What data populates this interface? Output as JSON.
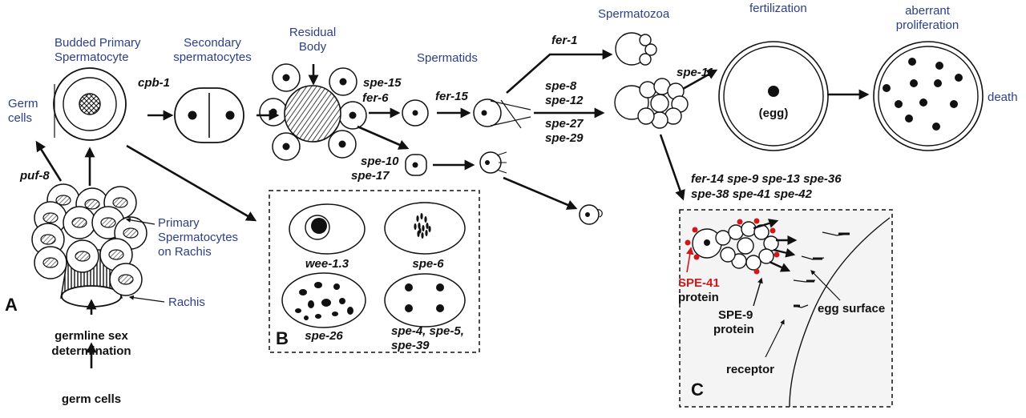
{
  "labels": {
    "germ_cells_side": [
      "Germ",
      "cells"
    ],
    "budded_primary": [
      "Budded Primary",
      "Spermatocyte"
    ],
    "secondary": [
      "Secondary",
      "spermatocytes"
    ],
    "residual_body": [
      "Residual",
      "Body"
    ],
    "spermatids": "Spermatids",
    "spermatozoa": "Spermatozoa",
    "fertilization": "fertilization",
    "aberrant": [
      "aberrant",
      "proliferation"
    ],
    "death": "death",
    "egg": "(egg)",
    "primary_on_rachis": [
      "Primary",
      "Spermatocytes",
      "on Rachis"
    ],
    "rachis": "Rachis",
    "germline": [
      "germline sex",
      "determination"
    ],
    "germ_cells_bottom": "germ cells",
    "spe41_protein": [
      "SPE-41",
      "protein"
    ],
    "spe9_protein": [
      "SPE-9",
      "protein"
    ],
    "egg_surface": "egg surface",
    "receptor": "receptor"
  },
  "genes": {
    "puf8": "puf-8",
    "cpb1": "cpb-1",
    "spe15": "spe-15",
    "fer6": "fer-6",
    "fer15": "fer-15",
    "spe10": "spe-10",
    "spe17": "spe-17",
    "fer1": "fer-1",
    "spe8": "spe-8",
    "spe12": "spe-12",
    "spe27": "spe-27",
    "spe29": "spe-29",
    "spe11": "spe-11",
    "c_genes": [
      "fer-14 spe-9 spe-13 spe-36",
      "spe-38 spe-41 spe-42"
    ]
  },
  "panel_b": {
    "wee13": "wee-1.3",
    "spe6": "spe-6",
    "spe26": "spe-26",
    "spe4": [
      "spe-4, spe-5,",
      "spe-39"
    ]
  },
  "panel_letters": {
    "a": "A",
    "b": "B",
    "c": "C"
  },
  "colors": {
    "blue_label": "#2b3f86",
    "spe41_red": "#d01818",
    "black": "#111111"
  }
}
